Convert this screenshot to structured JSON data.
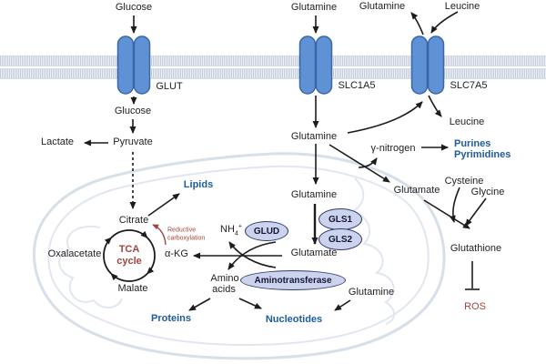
{
  "colors": {
    "product_blue": "#1b5c9f",
    "brick_red": "#a3443c",
    "enzyme_fill": "#ccd3ec",
    "enzyme_border": "#2e3c6e",
    "transporter_fill": "#5e92d5",
    "transporter_border": "#3a66a8",
    "membrane": "#c2ccdc",
    "mitochondrion_outline": "#d7dfe9"
  },
  "transporters": {
    "glut": "GLUT",
    "slc1a5": "SLC1A5",
    "slc7a5": "SLC7A5"
  },
  "extracellular": {
    "glucose": "Glucose",
    "glutamine_in": "Glutamine",
    "glutamine_out": "Glutamine",
    "leucine": "Leucine"
  },
  "cytosol": {
    "glucose": "Glucose",
    "pyruvate": "Pyruvate",
    "lactate": "Lactate",
    "lipids": "Lipids",
    "glutamine": "Glutamine",
    "leucine": "Leucine",
    "gamma_nitrogen": "γ-nitrogen",
    "purines": "Purines",
    "pyrimidines": "Pyrimidines",
    "glutamate": "Glutamate",
    "cysteine": "Cysteine",
    "glycine": "Glycine",
    "glutathione": "Glutathione",
    "ros": "ROS",
    "proteins": "Proteins",
    "nucleotides": "Nucleotides"
  },
  "mitochondrion": {
    "glutamine": "Glutamine",
    "glutamate": "Glutamate",
    "citrate": "Citrate",
    "oxalacetate": "Oxalacetate",
    "malate": "Malate",
    "alpha_kg": "α-KG",
    "tca_line1": "TCA",
    "tca_line2": "cycle",
    "reductive_line1": "Reductive",
    "reductive_line2": "carboxylation",
    "nh4_base": "NH",
    "nh4_sub": "4",
    "nh4_sup": "+",
    "amino_line1": "Amino",
    "amino_line2": "acids",
    "glutamine_right": "Glutamine"
  },
  "enzymes": {
    "glud": "GLUD",
    "gls1": "GLS1",
    "gls2": "GLS2",
    "aminotransferase": "Aminotransferase"
  }
}
